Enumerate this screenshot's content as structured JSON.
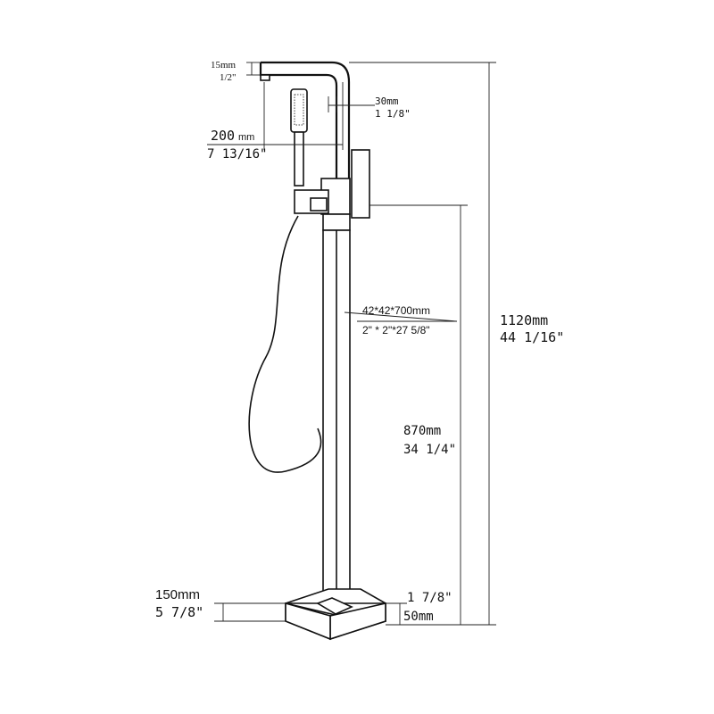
{
  "labels": {
    "spout_dia_mm": "15mm",
    "spout_dia_in": "1/2\"",
    "offset_mm": "30mm",
    "offset_in": "1 1/8\"",
    "reach_mm": "200",
    "reach_unit": "mm",
    "reach_in": "7 13/16\"",
    "column_mm": "42*42*700mm",
    "column_in": "2\" * 2\"*27 5/8\"",
    "total_height_mm": "1120mm",
    "total_height_in": "44 1/16\"",
    "valve_height_mm": "870mm",
    "valve_height_in": "34 1/4\"",
    "base_width_mm": "150mm",
    "base_width_in": "5 7/8\"",
    "base_height_in": "1 7/8\"",
    "base_height_mm": "50mm"
  }
}
